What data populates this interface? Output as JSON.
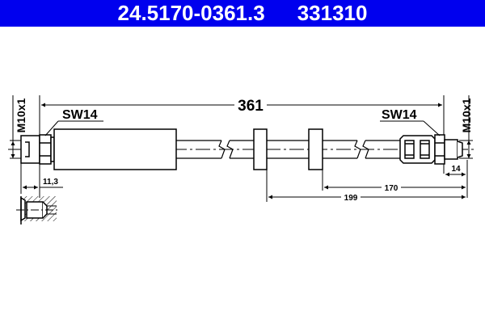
{
  "header": {
    "part_number": "24.5170-0361.3",
    "ref_number": "331310",
    "background_color": "#0000ee",
    "text_color": "#ffffff"
  },
  "drawing": {
    "overall_length": "361",
    "left_wrench_size": "SW14",
    "right_wrench_size": "SW14",
    "left_thread": "M10x1",
    "right_thread": "M10x1",
    "left_fitting_length": "11,3",
    "right_fitting_length": "14",
    "clamp_distance_1": "170",
    "clamp_distance_2": "199"
  }
}
